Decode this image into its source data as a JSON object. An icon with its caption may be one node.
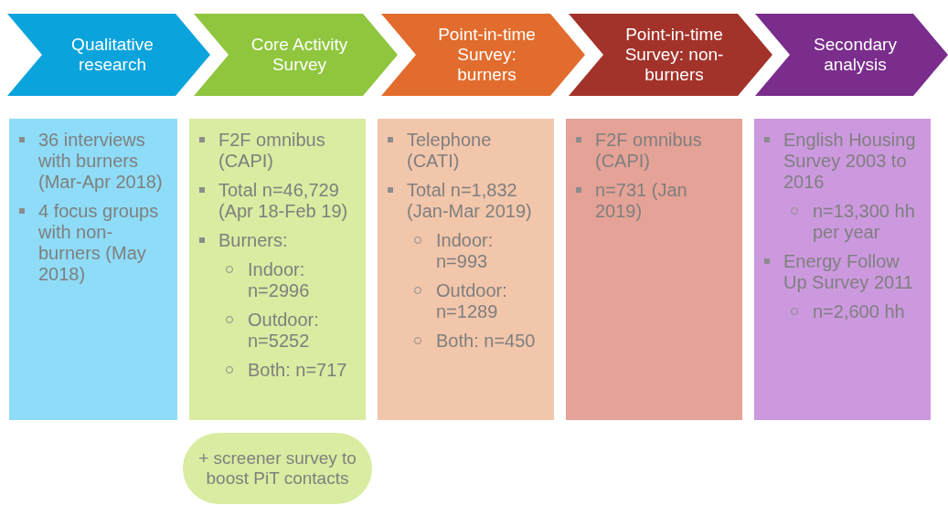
{
  "diagram": {
    "nodes": [
      {
        "text": [
          "Qualitative research"
        ]
      },
      {
        "text": [
          "Core Activity Survey"
        ]
      },
      {
        "text": [
          "Point-in-time Survey: burners"
        ]
      },
      {
        "text": [
          "Point-in-time Survey: non-burners"
        ]
      },
      {
        "text": [
          "Secondary analysis"
        ]
      },
      {
        "text": [
          "36 interviews with burners (Mar-Apr 2018)",
          "4 focus groups with non-burners (May 2018)"
        ]
      },
      {
        "text": [
          "F2F omnibus (CAPI)",
          "Total n=46,729 (Apr 18-Feb 19)",
          "Burners:",
          "Indoor: n=2996",
          "Outdoor: n=5252",
          "Both: n=717"
        ]
      },
      {
        "text": [
          "Telephone (CATI)",
          "Total n=1,832 (Jan-Mar 2019)",
          "Indoor: n=993",
          "Outdoor: n=1289",
          "Both: n=450"
        ]
      },
      {
        "text": [
          "F2F omnibus (CAPI)",
          "n=731 (Jan 2019)"
        ]
      },
      {
        "text": [
          "English Housing Survey 2003 to 2016",
          "n=13,300 hh per year",
          "Energy Follow Up Survey 2011",
          "n=2,600 hh"
        ]
      },
      {
        "text": [
          "+ screener survey to boost PiT contacts"
        ]
      }
    ],
    "edges": []
  }
}
